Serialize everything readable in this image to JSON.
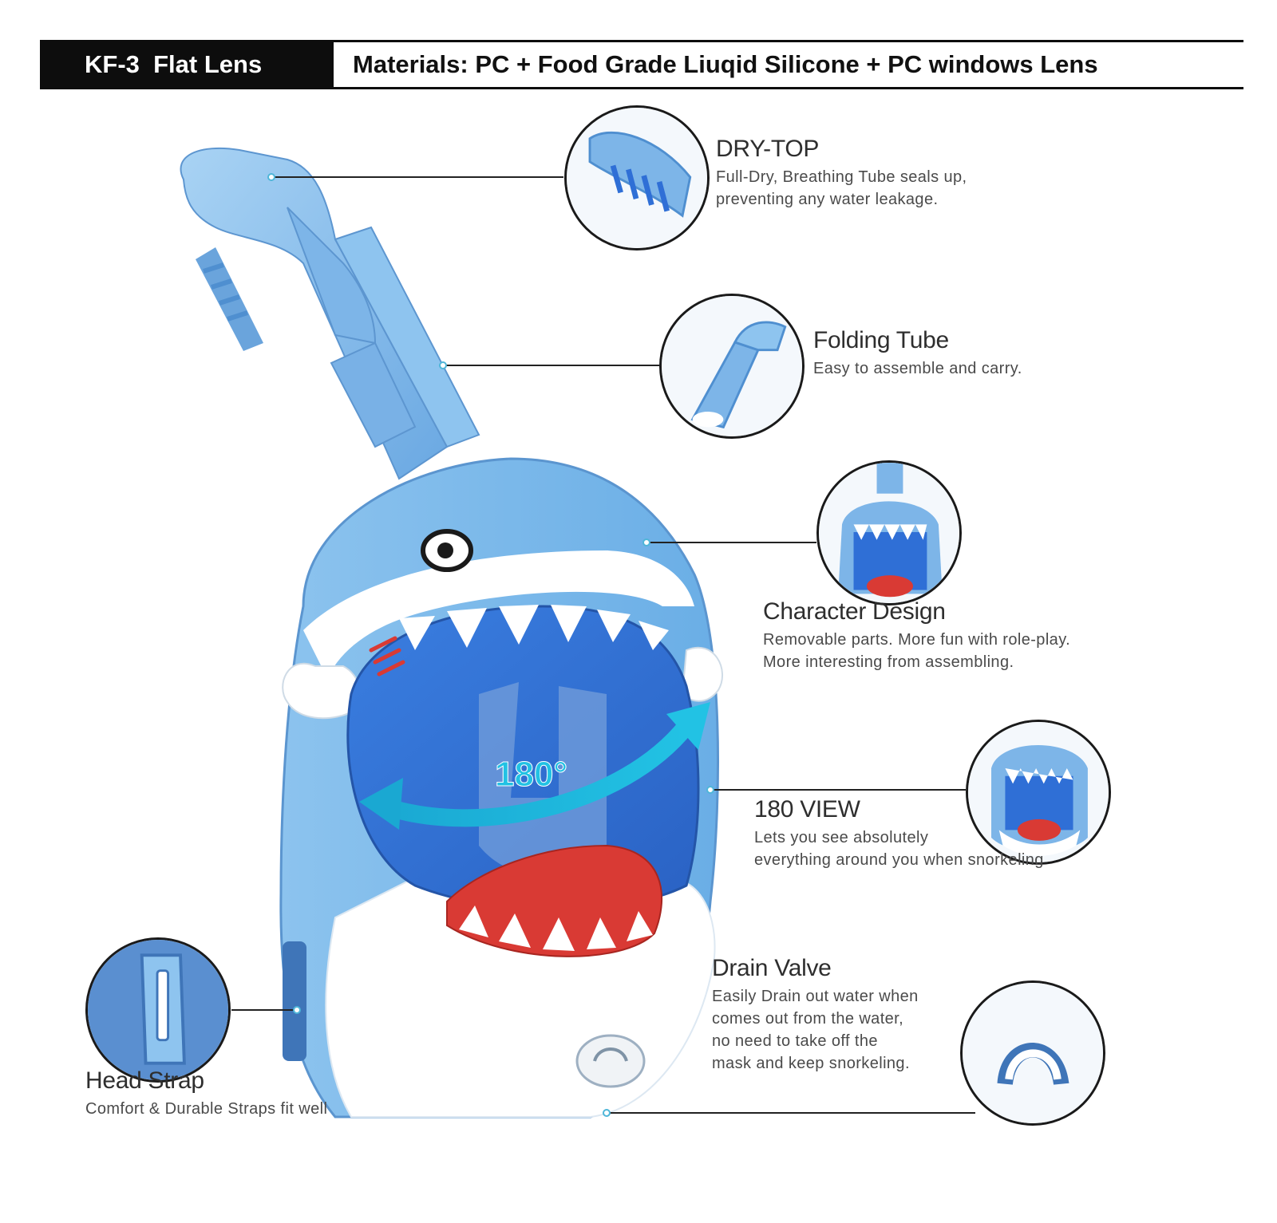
{
  "header": {
    "model": "KF-3  Flat Lens",
    "materials": "Materials: PC + Food Grade Liuqid Silicone + PC windows Lens"
  },
  "view_angle_label": "180°",
  "callouts": {
    "dry_top": {
      "title": "DRY-TOP",
      "desc": [
        "Full-Dry, Breathing Tube seals up,",
        "preventing any water leakage."
      ]
    },
    "folding_tube": {
      "title": "Folding Tube",
      "desc": [
        "Easy to assemble and carry."
      ]
    },
    "character_design": {
      "title": "Character Design",
      "desc": [
        "Removable parts. More fun with role-play.",
        "More interesting from assembling."
      ]
    },
    "view_180": {
      "title": "180 VIEW",
      "desc": [
        "Lets you see absolutely",
        "everything around you when snorkeling"
      ]
    },
    "drain_valve": {
      "title": "Drain Valve",
      "desc": [
        "Easily Drain out water when",
        "comes out from the water,",
        "no need to take off the",
        "mask and keep snorkeling."
      ]
    },
    "head_strap": {
      "title": "Head Strap",
      "desc": [
        "Comfort & Durable Straps fit well"
      ]
    }
  },
  "colors": {
    "shark_blue": "#7fb8e8",
    "shark_blue_dark": "#4f8fd0",
    "lens_blue": "#2f6fd6",
    "white": "#ffffff",
    "mouth_red": "#d93a34",
    "accent_cyan": "#19b7d8",
    "header_black": "#0d0d0d"
  }
}
